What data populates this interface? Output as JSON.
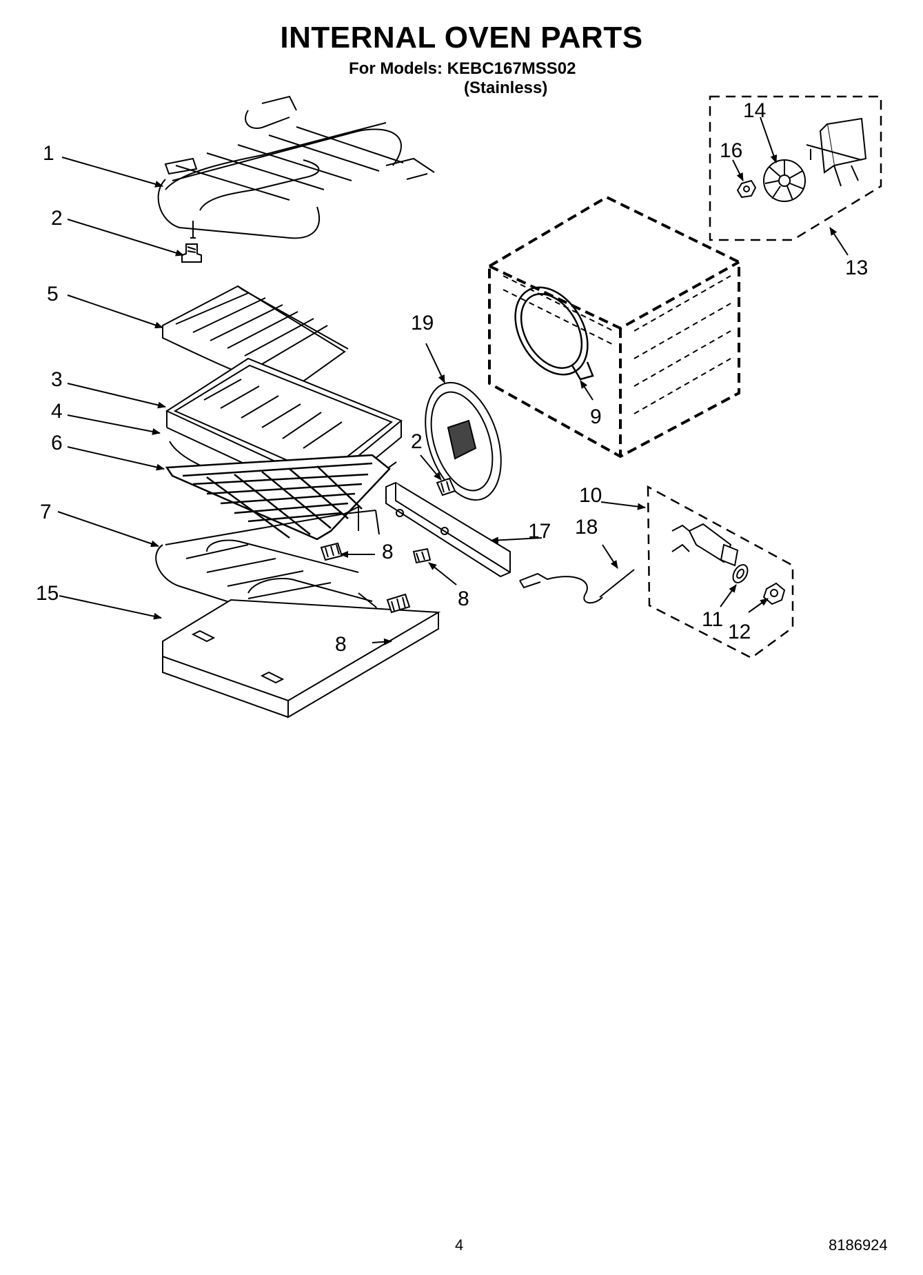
{
  "header": {
    "title": "INTERNAL OVEN PARTS",
    "models": "For Models: KEBC167MSS02",
    "variant": "(Stainless)"
  },
  "footer": {
    "page_number": "4",
    "document_number": "8186924"
  },
  "callouts": {
    "c1": "1",
    "c2a": "2",
    "c2b": "2",
    "c3": "3",
    "c4": "4",
    "c5": "5",
    "c6": "6",
    "c7": "7",
    "c8a": "8",
    "c8b": "8",
    "c8c": "8",
    "c9": "9",
    "c10": "10",
    "c11": "11",
    "c12": "12",
    "c13": "13",
    "c14": "14",
    "c15": "15",
    "c16": "16",
    "c17": "17",
    "c18": "18",
    "c19": "19"
  }
}
